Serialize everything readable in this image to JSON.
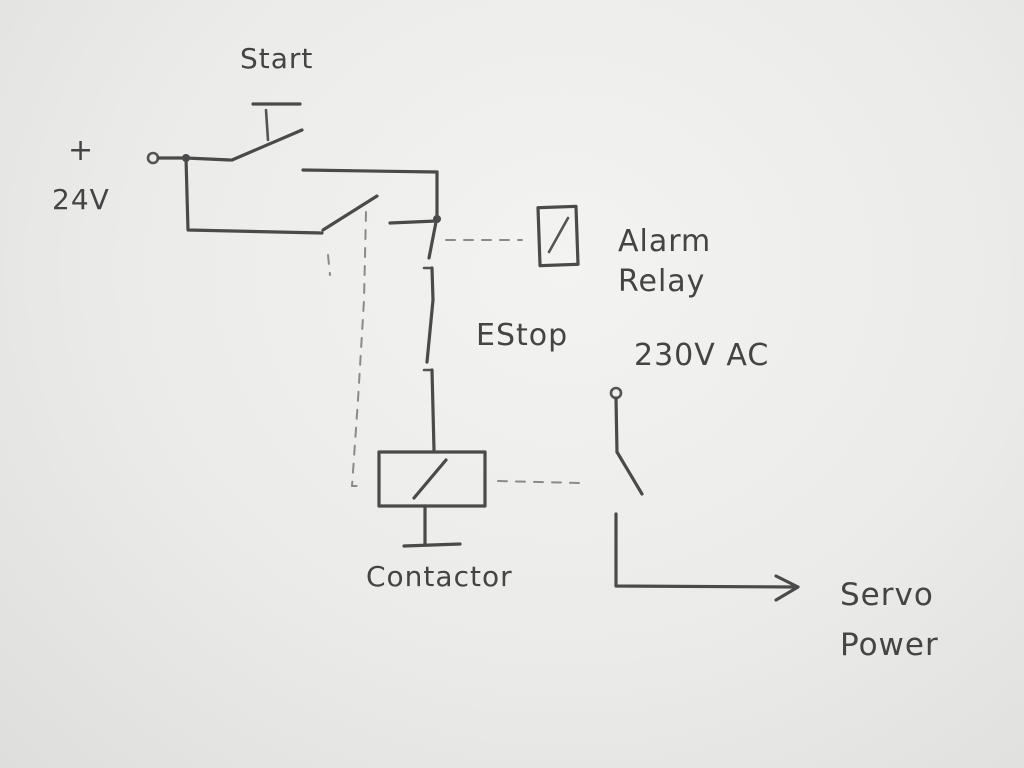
{
  "diagram": {
    "labels": {
      "start": "Start",
      "supply_plus": "+",
      "supply_voltage": "24V",
      "alarm_relay_line1": "Alarm",
      "alarm_relay_line2": "Relay",
      "estop": "EStop",
      "mains": "230V AC",
      "contactor": "Contactor",
      "servo_power_line1": "Servo",
      "servo_power_line2": "Power"
    }
  }
}
